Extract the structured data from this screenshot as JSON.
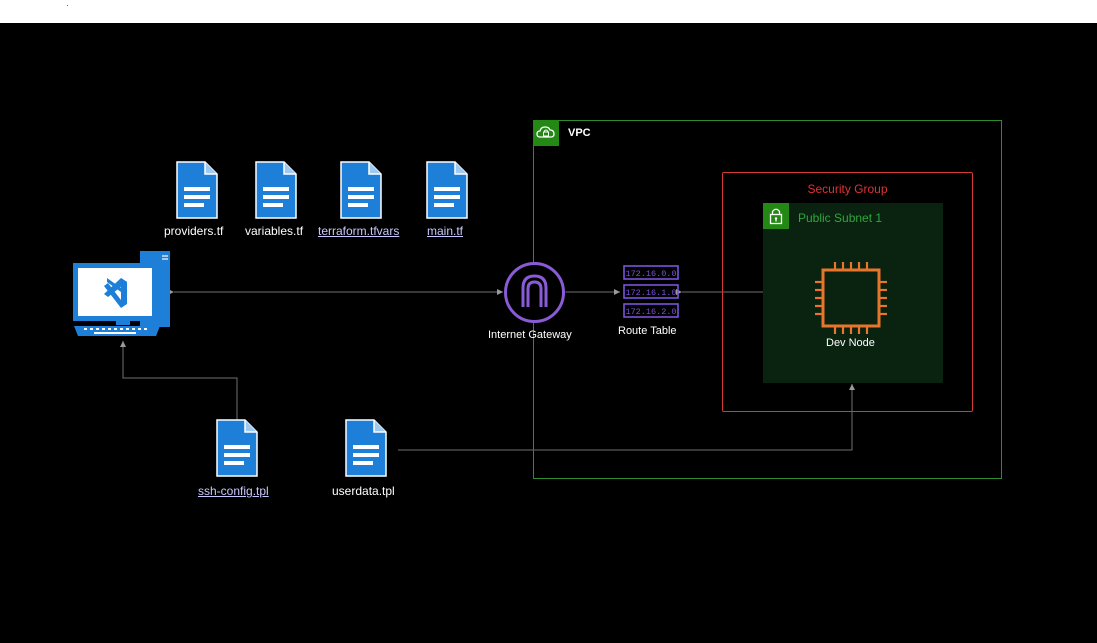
{
  "files": {
    "providers": "providers.tf",
    "variables": "variables.tf",
    "terraform_tfvars": "terraform.tfvars",
    "main": "main.tf",
    "ssh_config": "ssh-config.tpl",
    "userdata": "userdata.tpl"
  },
  "vpc": {
    "label": "VPC"
  },
  "security_group": {
    "label": "Security Group"
  },
  "subnet": {
    "label": "Public Subnet 1"
  },
  "internet_gateway": {
    "label": "Internet Gateway"
  },
  "route_table": {
    "label": "Route Table",
    "routes": [
      "172.16.0.0",
      "172.16.1.0",
      "172.16.2.0"
    ]
  },
  "dev_node": {
    "label": "Dev Node"
  },
  "colors": {
    "file_blue": "#1e7fd8",
    "vpc_green": "#248814",
    "security_red": "#dd3434",
    "compute_orange": "#e8752c",
    "route_purple": "#7b52d9",
    "gateway_purple": "#8a5bd6"
  }
}
